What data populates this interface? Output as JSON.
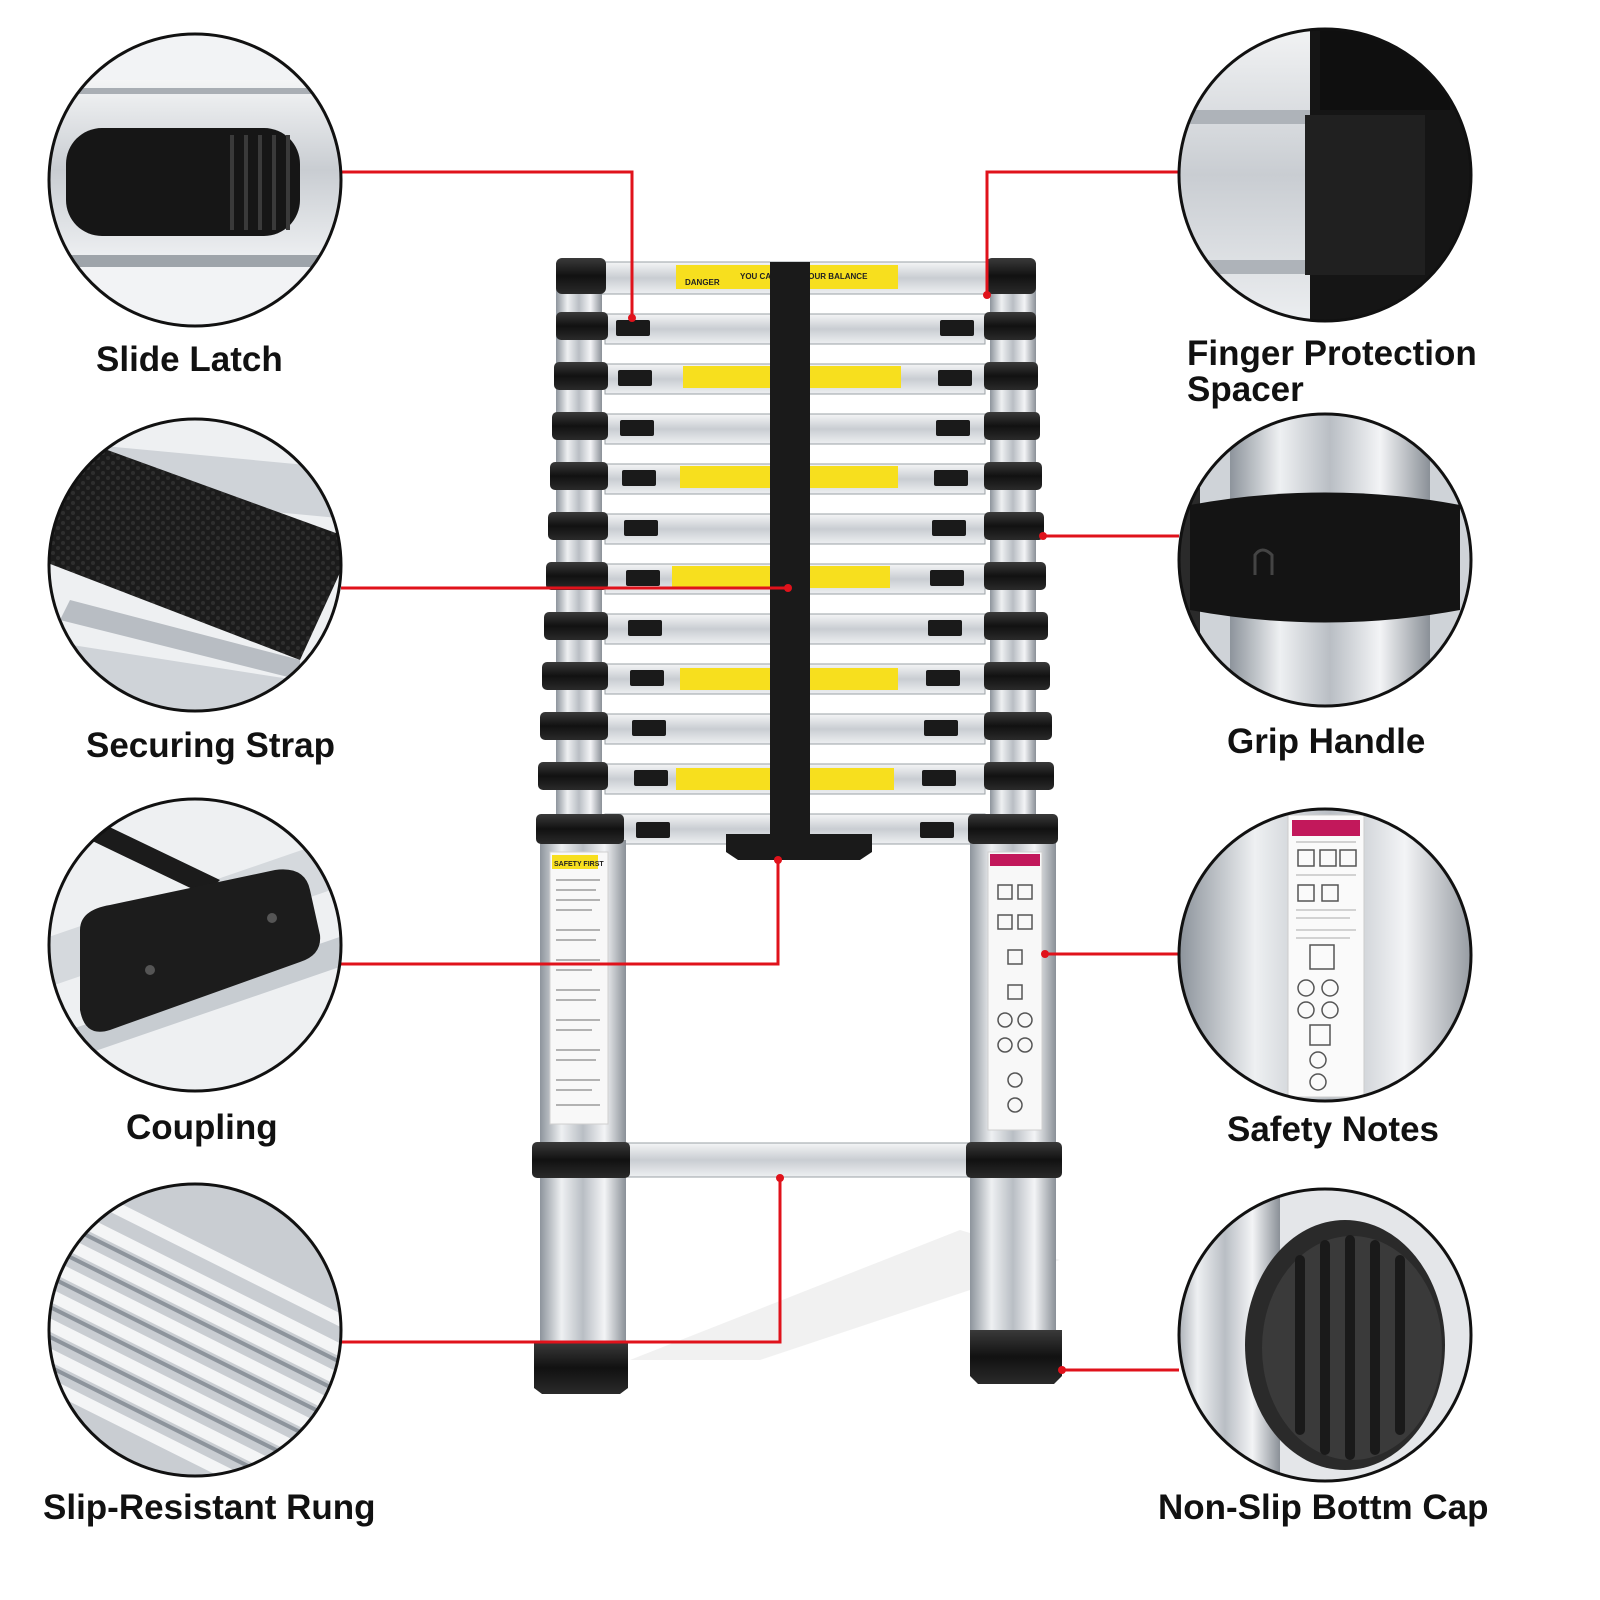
{
  "features": {
    "slide_latch": "Slide Latch",
    "finger_protection_spacer": "Finger Protection\nSpacer",
    "securing_strap": "Securing Strap",
    "grip_handle": "Grip Handle",
    "coupling": "Coupling",
    "safety_notes": "Safety Notes",
    "slip_resistant_rung": "Slip-Resistant Rung",
    "non_slip_bottom_cap": "Non-Slip Bottm Cap"
  },
  "ladder_labels": {
    "danger": "DANGER",
    "balance_warning": "YOU CAN LOSE YOUR BALANCE",
    "safety_first": "SAFETY FIRST"
  },
  "colors": {
    "callout_line": "#e0121b",
    "outline": "#111111",
    "aluminum": "#d7dbe0",
    "rubber_black": "#1a1a1a",
    "warning_yellow": "#f7df1e"
  }
}
